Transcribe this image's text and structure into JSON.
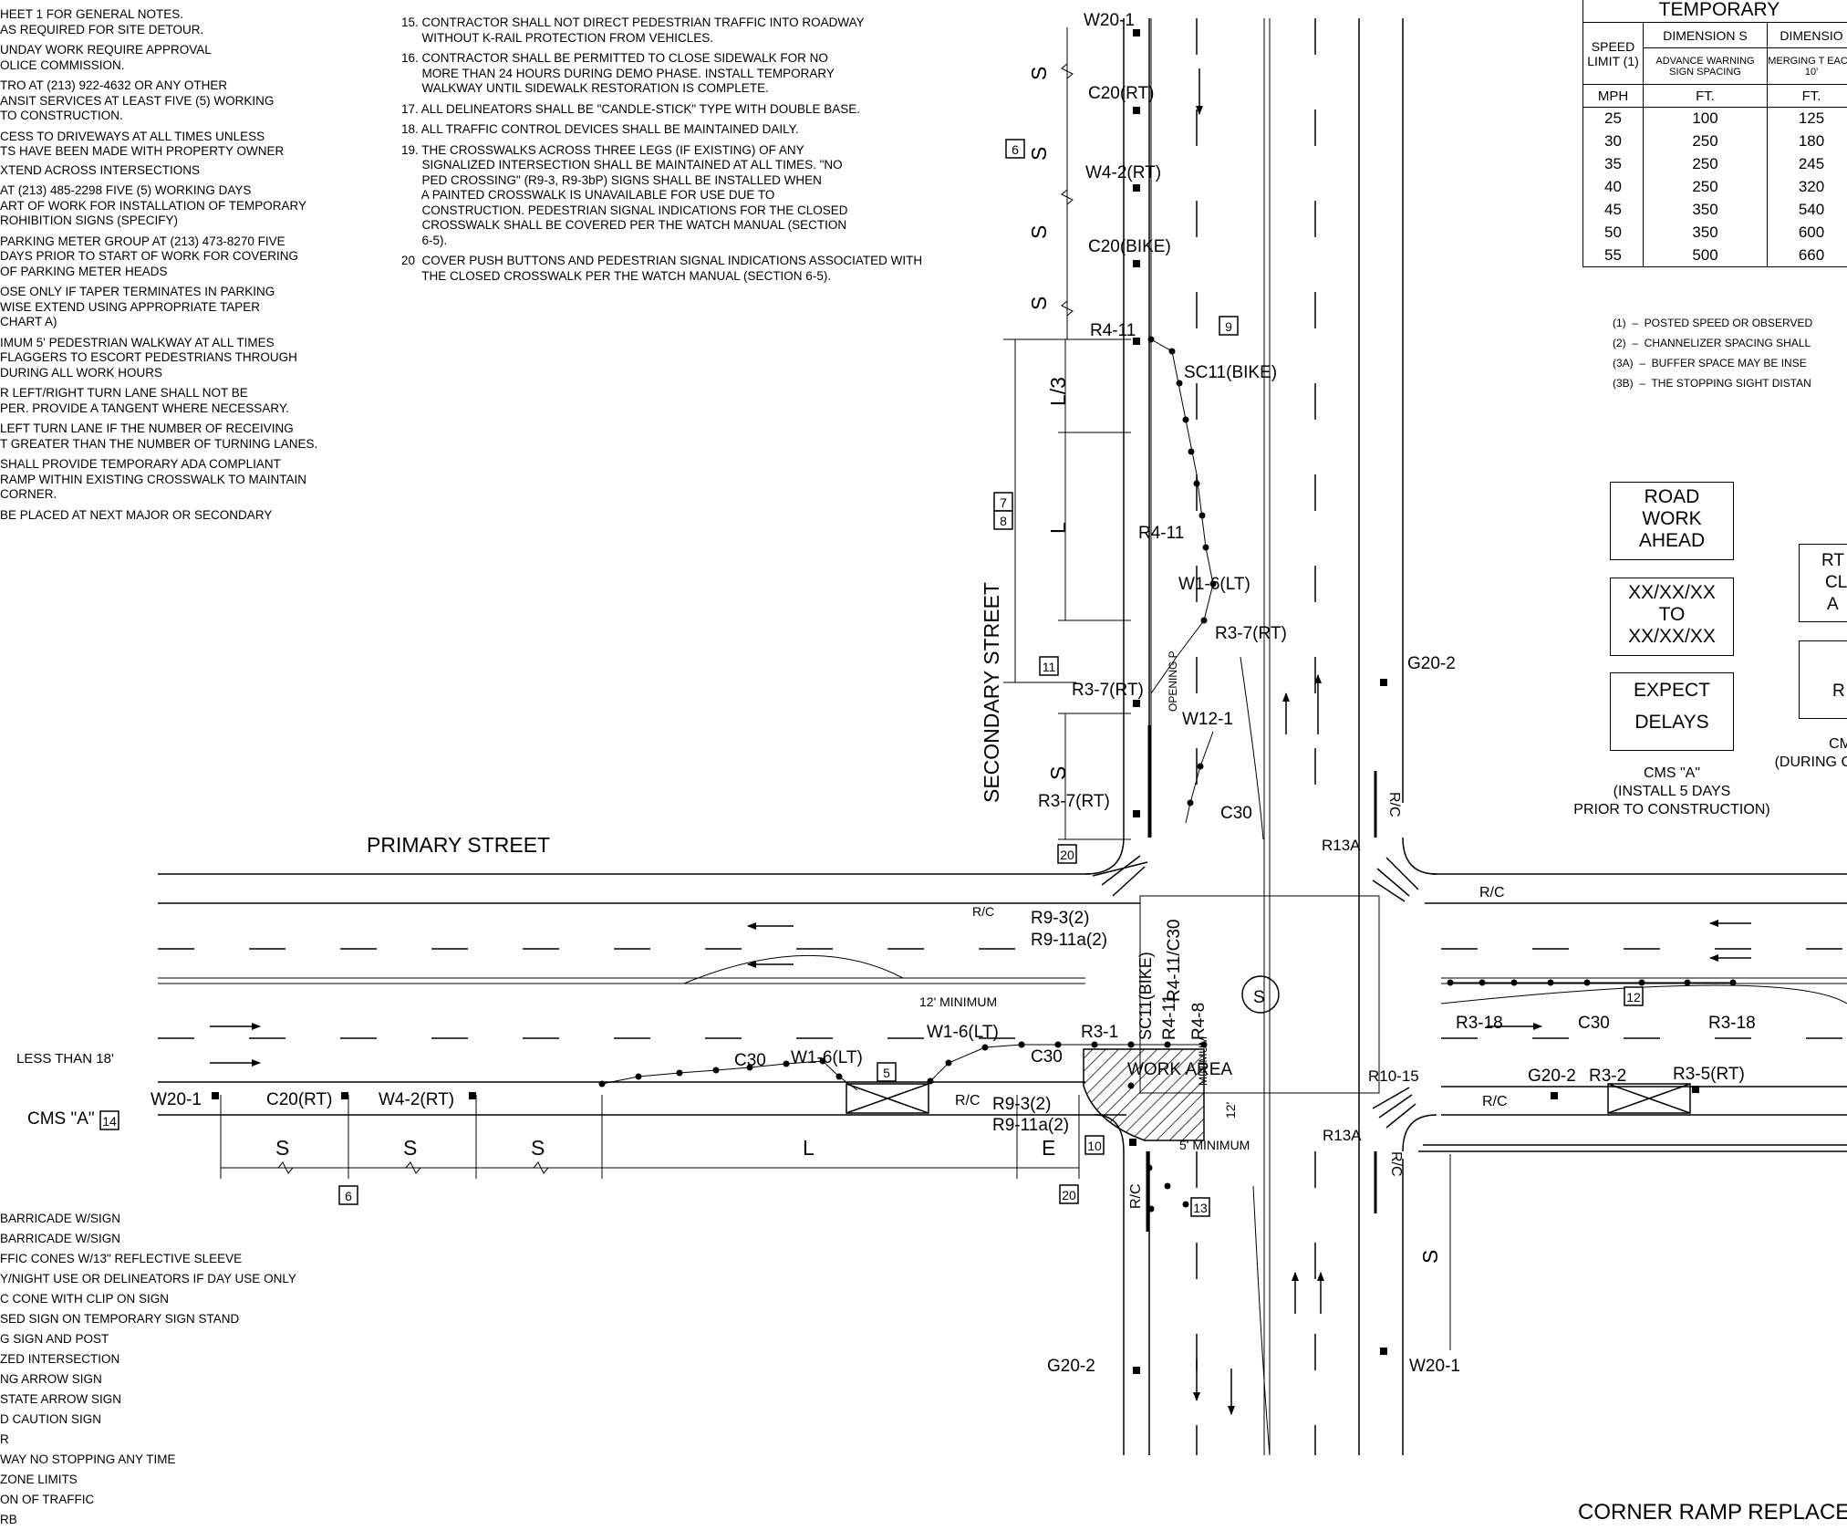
{
  "left_notes": [
    "HEET 1 FOR GENERAL NOTES.",
    "AS REQUIRED FOR SITE DETOUR.",
    "UNDAY WORK REQUIRE APPROVAL",
    "OLICE COMMISSION.",
    "TRO AT (213) 922-4632 OR ANY OTHER",
    "ANSIT SERVICES AT LEAST FIVE (5) WORKING",
    "TO CONSTRUCTION.",
    "CESS TO DRIVEWAYS AT ALL TIMES UNLESS",
    "TS HAVE BEEN MADE WITH PROPERTY OWNER",
    "XTEND ACROSS INTERSECTIONS",
    "AT (213) 485-2298 FIVE (5) WORKING DAYS",
    "ART OF WORK FOR INSTALLATION OF TEMPORARY",
    "ROHIBITION SIGNS (SPECIFY)",
    "PARKING METER GROUP AT (213) 473-8270 FIVE",
    "DAYS PRIOR TO START OF WORK FOR COVERING",
    "OF PARKING METER HEADS",
    "OSE ONLY IF TAPER TERMINATES IN PARKING",
    "WISE EXTEND USING APPROPRIATE TAPER",
    "CHART A)",
    "IMUM 5' PEDESTRIAN WALKWAY AT ALL TIMES",
    "FLAGGERS TO ESCORT PEDESTRIANS THROUGH",
    "DURING ALL WORK HOURS",
    "R LEFT/RIGHT TURN LANE SHALL NOT BE",
    "PER. PROVIDE A TANGENT WHERE NECESSARY.",
    "LEFT TURN LANE IF THE NUMBER OF RECEIVING",
    "T GREATER THAN THE NUMBER OF TURNING LANES.",
    "SHALL PROVIDE TEMPORARY ADA COMPLIANT",
    "RAMP WITHIN EXISTING CROSSWALK TO MAINTAIN",
    "CORNER.",
    "BE PLACED AT NEXT MAJOR OR SECONDARY"
  ],
  "mid_notes": [
    "15. CONTRACTOR SHALL NOT DIRECT PEDESTRIAN TRAFFIC INTO ROADWAY",
    "      WITHOUT K-RAIL PROTECTION FROM VEHICLES.",
    "16. CONTRACTOR SHALL BE PERMITTED TO CLOSE SIDEWALK FOR NO",
    "      MORE THAN 24 HOURS DURING DEMO PHASE. INSTALL TEMPORARY",
    "      WALKWAY UNTIL SIDEWALK RESTORATION IS COMPLETE.",
    "17. ALL DELINEATORS SHALL BE \"CANDLE-STICK\" TYPE WITH DOUBLE BASE.",
    "18. ALL TRAFFIC CONTROL DEVICES SHALL BE MAINTAINED DAILY.",
    "19. THE CROSSWALKS ACROSS THREE LEGS (IF EXISTING) OF ANY",
    "      SIGNALIZED INTERSECTION SHALL BE MAINTAINED AT ALL TIMES. \"NO",
    "      PED CROSSING\" (R9-3, R9-3bP) SIGNS SHALL BE INSTALLED WHEN",
    "      A PAINTED CROSSWALK IS UNAVAILABLE FOR USE DUE TO",
    "      CONSTRUCTION. PEDESTRIAN SIGNAL INDICATIONS FOR THE CLOSED",
    "      CROSSWALK SHALL BE COVERED PER THE WATCH MANUAL (SECTION",
    "      6-5).",
    "20  COVER PUSH BUTTONS AND PEDESTRIAN SIGNAL INDICATIONS ASSOCIATED WITH",
    "      THE CLOSED CROSSWALK PER THE WATCH MANUAL (SECTION 6-5)."
  ],
  "legend": [
    "BARRICADE W/SIGN",
    "BARRICADE W/SIGN",
    "FFIC CONES W/13\" REFLECTIVE SLEEVE",
    "Y/NIGHT USE OR DELINEATORS IF DAY USE ONLY",
    "C CONE WITH CLIP ON SIGN",
    "SED SIGN ON TEMPORARY SIGN STAND",
    "G SIGN AND POST",
    "ZED INTERSECTION",
    "NG ARROW SIGN",
    "STATE ARROW SIGN",
    "D CAUTION SIGN",
    "R",
    "WAY NO STOPPING ANY TIME",
    "ZONE LIMITS",
    "ON OF TRAFFIC",
    "RB"
  ],
  "table": {
    "title": "TEMPORARY",
    "col_s": "DIMENSION S",
    "col_l": "DIMENSIO",
    "speed_head": "SPEED LIMIT (1)",
    "sub_s": "ADVANCE WARNING SIGN SPACING",
    "sub_l": "MERGING T EACH 10'",
    "units": [
      "MPH",
      "FT.",
      "FT."
    ],
    "rows": [
      [
        "25",
        "100",
        "125"
      ],
      [
        "30",
        "250",
        "180"
      ],
      [
        "35",
        "250",
        "245"
      ],
      [
        "40",
        "250",
        "320"
      ],
      [
        "45",
        "350",
        "540"
      ],
      [
        "50",
        "350",
        "600"
      ],
      [
        "55",
        "500",
        "660"
      ]
    ],
    "footnotes": [
      "(1)  –  POSTED SPEED OR OBSERVED",
      "(2)  –  CHANNELIZER SPACING SHALL",
      "(3A)  –  BUFFER SPACE MAY BE INSE",
      "(3B)  –  THE STOPPING SIGHT DISTAN"
    ]
  },
  "cms": {
    "box1": [
      "ROAD",
      "WORK",
      "AHEAD"
    ],
    "box2": [
      "XX/XX/XX",
      "TO",
      "XX/XX/XX"
    ],
    "box3": [
      "EXPECT",
      "DELAYS"
    ],
    "caption": [
      "CMS \"A\"",
      "(INSTALL 5 DAYS",
      "PRIOR TO CONSTRUCTION)"
    ],
    "box4": [
      "RT",
      "CL",
      "A"
    ],
    "box5": [
      "R"
    ],
    "caption2": [
      "CM",
      "(DURING C"
    ]
  },
  "street_labels": {
    "primary": "PRIMARY STREET",
    "secondary": "SECONDARY STREET"
  },
  "signs": {
    "w20_1": "W20-1",
    "c20_rt": "C20(RT)",
    "w4_2_rt": "W4-2(RT)",
    "c20_bike": "C20(BIKE)",
    "r4_11": "R4-11",
    "sc11_bike": "SC11(BIKE)",
    "w1_6_lt": "W1-6(LT)",
    "r3_7_rt": "R3-7(RT)",
    "w12_1": "W12-1",
    "c30": "C30",
    "g20_2": "G20-2",
    "r13a": "R13A",
    "r9_3_2": "R9-3(2)",
    "r9_11a_2": "R9-11a(2)",
    "r4_11_c30": "R4-11/C30",
    "sc11_bike_v": "SC11(BIKE)",
    "r4_8": "R4-8",
    "r3_1": "R3-1",
    "r10_15": "R10-15",
    "r3_18": "R3-18",
    "r3_2": "R3-2",
    "r3_5_rt": "R3-5(RT)",
    "rc": "R/C",
    "cms_a": "CMS \"A\"",
    "work_area": "WORK AREA",
    "minimum_12": "12' MINIMUM",
    "minimum_5": "5' MINIMUM",
    "minimum_v": "MINIMUM",
    "twelve": "12'",
    "less_than": "LESS THAN 18'",
    "opening": "OPENING P",
    "corner_ramp": "CORNER RAMP REPLACE"
  },
  "dims": {
    "s": "S",
    "l": "L",
    "e": "E",
    "l3": "L/3"
  },
  "note_refs": [
    "6",
    "7",
    "8",
    "9",
    "10",
    "11",
    "12",
    "13",
    "14",
    "20",
    "5"
  ]
}
